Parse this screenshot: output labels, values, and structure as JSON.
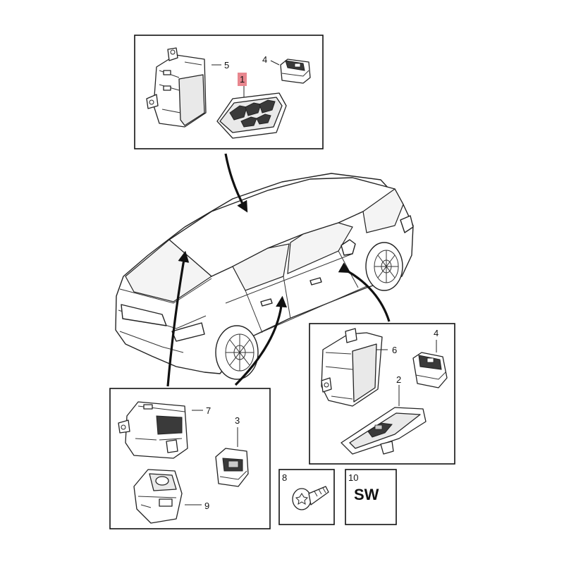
{
  "callouts": {
    "c1": "1",
    "c2": "2",
    "c3": "3",
    "c4a": "4",
    "c4b": "4",
    "c5": "5",
    "c6": "6",
    "c7": "7",
    "c8": "8",
    "c9": "9",
    "c10": "10"
  },
  "sw_label": "SW",
  "colors": {
    "highlight": "#e8868e",
    "ink": "#111111"
  },
  "icons": {
    "arrow": "curved-leader-arrow",
    "screw": "torx-screw-icon"
  }
}
